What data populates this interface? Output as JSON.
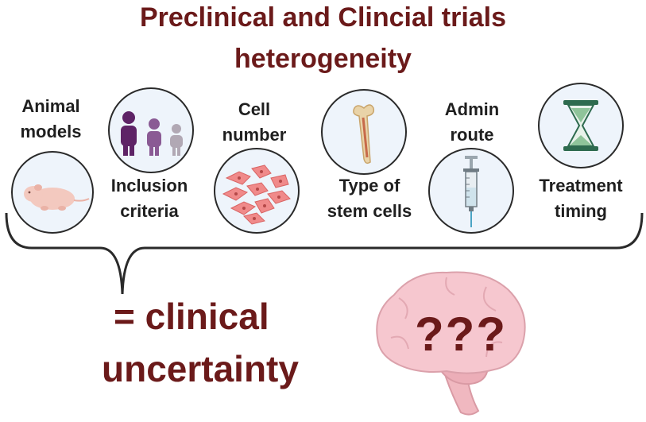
{
  "title": {
    "line1": "Preclinical and Clincial trials",
    "line2": "heterogeneity"
  },
  "factors": [
    {
      "label_line1": "Animal",
      "label_line2": "models",
      "icon": "mouse-icon"
    },
    {
      "label_line1": "Inclusion",
      "label_line2": "criteria",
      "icon": "people-icon"
    },
    {
      "label_line1": "Cell",
      "label_line2": "number",
      "icon": "cells-icon"
    },
    {
      "label_line1": "Type of",
      "label_line2": "stem cells",
      "icon": "bone-icon"
    },
    {
      "label_line1": "Admin",
      "label_line2": "route",
      "icon": "syringe-icon"
    },
    {
      "label_line1": "Treatment",
      "label_line2": "timing",
      "icon": "hourglass-icon"
    }
  ],
  "result": {
    "line1": "= clinical",
    "line2": "uncertainty"
  },
  "brain": {
    "text": "???",
    "icon": "brain-icon"
  },
  "colors": {
    "title": "#6b1a1a",
    "circle_fill": "#eef4fb",
    "brain": "#f6c7cf",
    "people": "#6a2a6e"
  }
}
